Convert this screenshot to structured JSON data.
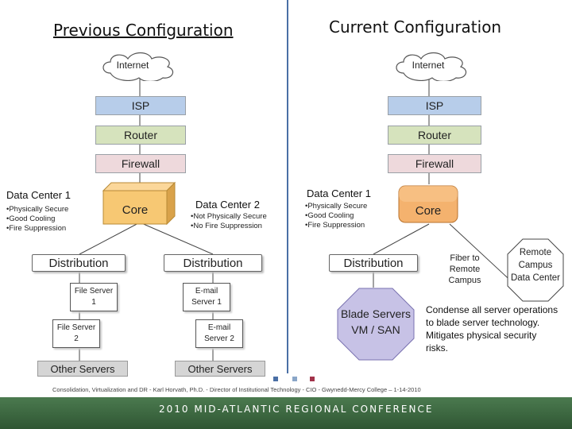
{
  "left": {
    "title": "Previous Configuration",
    "internet": "Internet",
    "isp": "ISP",
    "router": "Router",
    "firewall": "Firewall",
    "dc1": {
      "title": "Data Center 1",
      "bullets": [
        "Physically Secure",
        "Good Cooling",
        "Fire Suppression"
      ]
    },
    "core": "Core",
    "dc2": {
      "title": "Data Center 2",
      "bullets": [
        "Not Physically Secure",
        "No Fire Suppression"
      ]
    },
    "distribution_left": "Distribution",
    "distribution_right": "Distribution",
    "file_server_1": "File Server 1",
    "file_server_2": "File Server 2",
    "email_server_1": "E-mail Server 1",
    "email_server_2": "E-mail Server 2",
    "other_servers_left": "Other Servers",
    "other_servers_right": "Other Servers"
  },
  "right": {
    "title": "Current Configuration",
    "internet": "Internet",
    "isp": "ISP",
    "router": "Router",
    "firewall": "Firewall",
    "dc1": {
      "title": "Data Center 1",
      "bullets": [
        "Physically Secure",
        "Good Cooling",
        "Fire Suppression"
      ]
    },
    "core": "Core",
    "distribution": "Distribution",
    "blade": "Blade Servers VM / SAN",
    "fiber": "Fiber to Remote Campus",
    "remote": "Remote Campus Data Center",
    "note": "Condense all server operations to blade server technology.  Mitigates physical security risks."
  },
  "footer": "Consolidation, Virtualization and DR - Karl Horvath, Ph.D. - Director of Institutional Technology - CIO - Gwynedd-Mercy College – 1-14-2010",
  "banner": "2010 MID-ATLANTIC REGIONAL CONFERENCE",
  "colors": {
    "isp": "#b7cdea",
    "router": "#d6e3bd",
    "firewall": "#eed9dc",
    "core": "#f7c873",
    "blade": "#c7c2e6",
    "divider": "#4a6fa5",
    "banner": "#355f3a"
  }
}
